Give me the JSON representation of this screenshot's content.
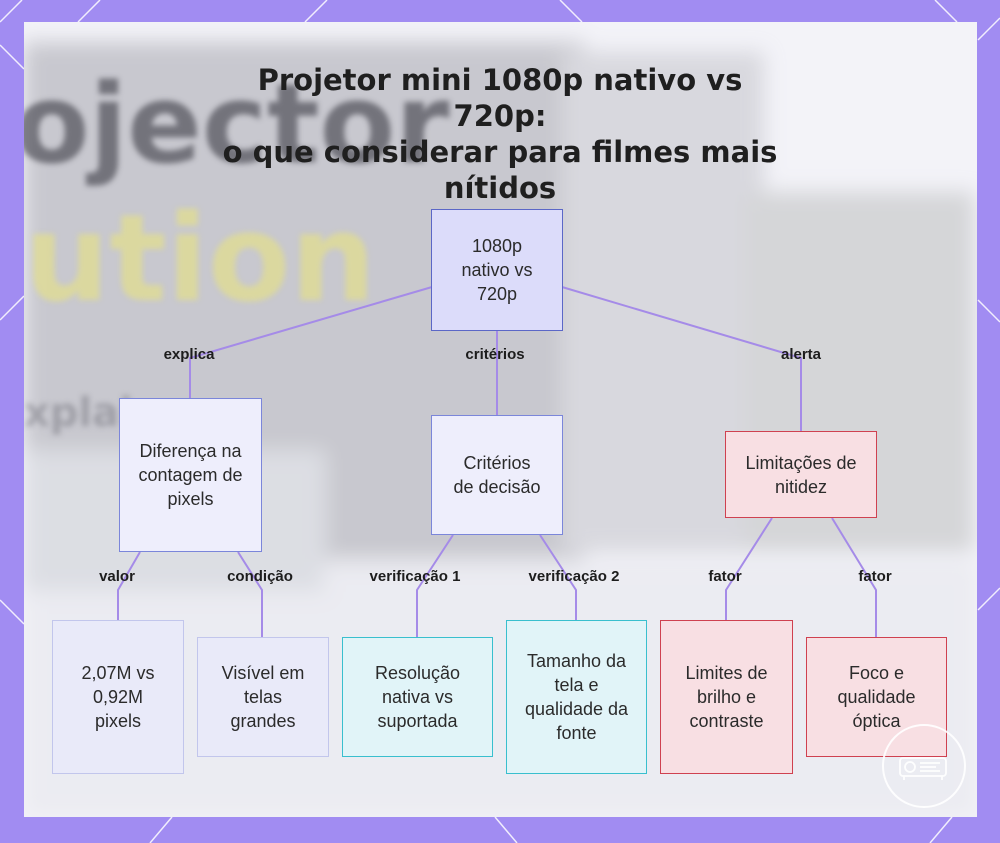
{
  "title_lines": [
    "Projetor mini 1080p nativo vs 720p:",
    "o que considerar para filmes mais",
    "nítidos"
  ],
  "nodes": {
    "root": "1080p nativo vs 720p",
    "diferenca": "Diferença na contagem de pixels",
    "criterios": "Critérios de decisão",
    "limitacoes": "Limitações de nitidez",
    "pixels_valor": "2,07M vs 0,92M pixels",
    "visivel": "Visível em telas grandes",
    "resolucao": "Resolução nativa vs suportada",
    "tamanho": "Tamanho da tela e qualidade da fonte",
    "brilho": "Limites de brilho e contraste",
    "foco": "Foco e qualidade óptica"
  },
  "edge_labels": {
    "explica": "explica",
    "criterios": "critérios",
    "alerta": "alerta",
    "valor": "valor",
    "condicao": "condição",
    "verificacao1": "verificação 1",
    "verificacao2": "verificação 2",
    "fator1": "fator",
    "fator2": "fator"
  },
  "background_text": {
    "line1": "ojector",
    "line2": "ution",
    "line3": "xplai"
  },
  "colors": {
    "frame": "#a18cf2",
    "edge": "#a58be8",
    "root_fill": "#dcdcfa",
    "blue_border": "#7b86da",
    "cyan_border": "#39bfce",
    "red_border": "#cf4150"
  },
  "icons": {
    "corner_badge": "projector-icon"
  }
}
